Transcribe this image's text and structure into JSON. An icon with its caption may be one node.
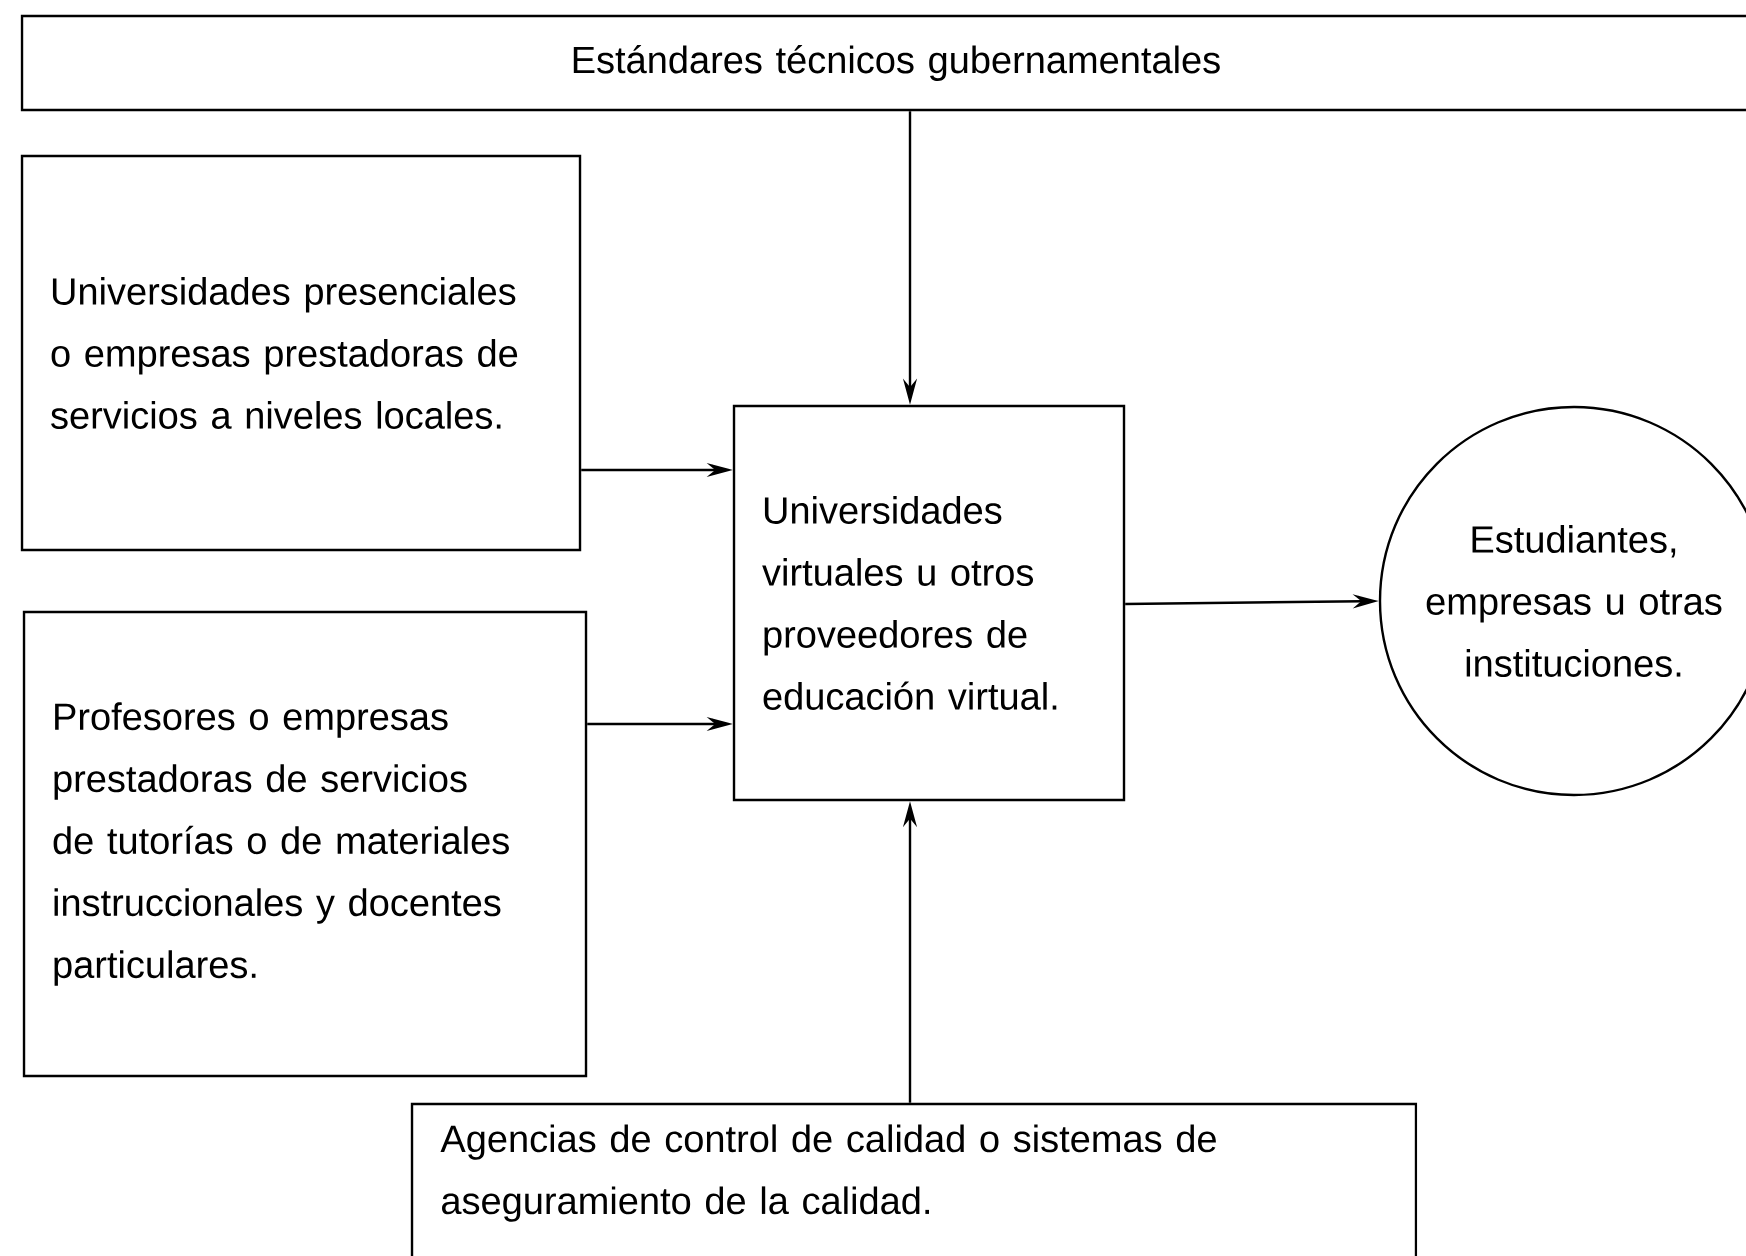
{
  "diagram": {
    "nodes": [
      {
        "text": [
          "Estándares técnicos gubernamentales"
        ]
      },
      {
        "text": [
          "Universidades presenciales o empresas prestadoras de servicios a niveles locales."
        ]
      },
      {
        "text": [
          "Profesores o empresas prestadoras de servicios de tutorías o de materiales instruccionales y docentes particulares."
        ]
      },
      {
        "text": [
          "Universidades virtuales u otros proveedores de educación virtual."
        ]
      },
      {
        "text": [
          "Estudiantes, empresas u otras instituciones."
        ]
      },
      {
        "text": [
          "Agencias de control de calidad o sistemas de aseguramiento de la calidad."
        ]
      }
    ],
    "edges": [
      {
        "from": 0,
        "to": 3,
        "arrow": "to"
      },
      {
        "from": 1,
        "to": 3,
        "arrow": "to"
      },
      {
        "from": 2,
        "to": 3,
        "arrow": "to"
      },
      {
        "from": 3,
        "to": 4,
        "arrow": "to"
      },
      {
        "from": 5,
        "to": 3,
        "arrow": "to"
      }
    ]
  }
}
